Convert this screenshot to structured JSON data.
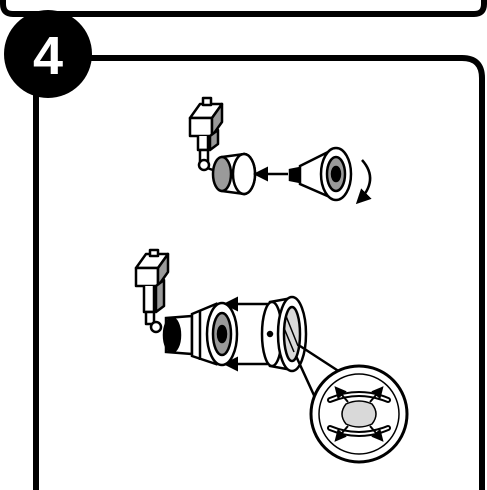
{
  "step": {
    "number": "4"
  },
  "colors": {
    "ink": "#000000",
    "paper": "#ffffff",
    "shade": "#9a9a9a",
    "light_shade": "#d9d9d9"
  },
  "illustrations": [
    {
      "name": "step-a",
      "description_icons": [
        "track-adapter-icon",
        "lamp-holder-icon",
        "reflector-bulb-icon",
        "rotate-arrow-icon"
      ]
    },
    {
      "name": "step-b",
      "description_icons": [
        "track-adapter-icon",
        "lamp-holder-icon",
        "lens-ring-icon",
        "detail-magnifier-icon"
      ]
    }
  ]
}
